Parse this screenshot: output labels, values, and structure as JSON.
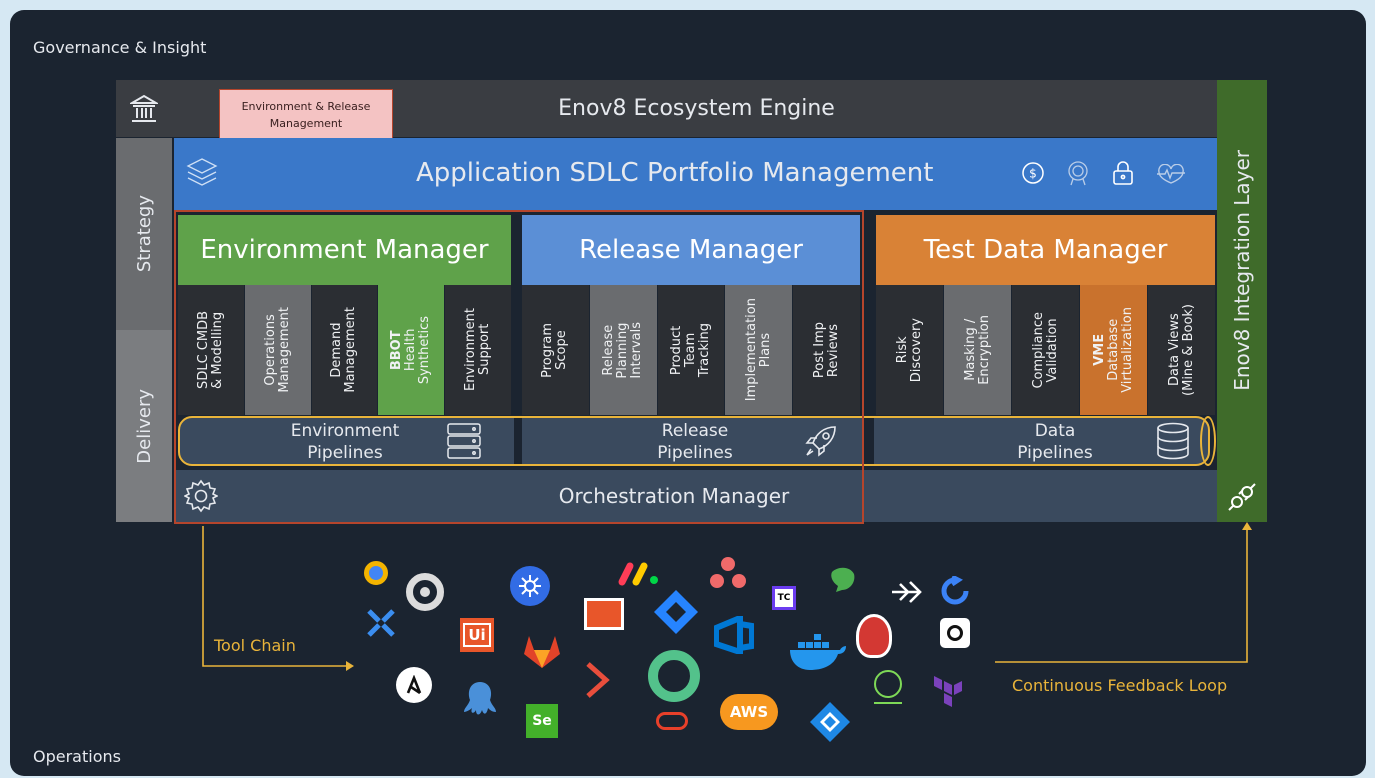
{
  "labels": {
    "governance": "Governance & Insight",
    "operations": "Operations",
    "strategy": "Strategy",
    "delivery": "Delivery",
    "ecosystem": "Enov8 Ecosystem Engine",
    "callout": "Environment & Release\nManagement",
    "sdlc": "Application SDLC Portfolio Management",
    "integration": "Enov8 Integration Layer",
    "orchestration": "Orchestration Manager",
    "tool_chain": "Tool Chain",
    "feedback": "Continuous Feedback Loop"
  },
  "managers": {
    "environment": "Environment Manager",
    "release": "Release Manager",
    "test_data": "Test Data Manager"
  },
  "environment_subs": [
    {
      "label": "SDLC CMDB\n& Modelling",
      "style": "dark"
    },
    {
      "label": "Operations\nManagement",
      "style": "gray"
    },
    {
      "label": "Demand\nManagement",
      "style": "dark"
    },
    {
      "label": "BBOT\nHealth\nSynthetics",
      "style": "green",
      "bold_first": true
    },
    {
      "label": "Environment\nSupport",
      "style": "dark"
    }
  ],
  "release_subs": [
    {
      "label": "Program\nScope",
      "style": "dark"
    },
    {
      "label": "Release\nPlanning\nIntervals",
      "style": "gray"
    },
    {
      "label": "Product\nTeam\nTracking",
      "style": "dark"
    },
    {
      "label": "Implementation\nPlans",
      "style": "gray"
    },
    {
      "label": "Post Imp\nReviews",
      "style": "dark"
    }
  ],
  "testdata_subs": [
    {
      "label": "Risk\nDiscovery",
      "style": "dark"
    },
    {
      "label": "Masking /\nEncryption",
      "style": "gray"
    },
    {
      "label": "Compliance\nValidation",
      "style": "dark"
    },
    {
      "label": "VME\nDatabase\nVirtualization",
      "style": "orange",
      "bold_first": true
    },
    {
      "label": "Data Views\n(Mine & Book)",
      "style": "dark"
    }
  ],
  "pipelines": {
    "environment": "Environment\nPipelines",
    "release": "Release\nPipelines",
    "data": "Data\nPipelines"
  },
  "tools": {
    "aws": "AWS",
    "uipath": "Ui",
    "selenium": "Se",
    "teamcity": "TC"
  },
  "colors": {
    "frame": "#1b2430",
    "ecosystem": "#3a3d42",
    "sdlc": "#3a78c9",
    "env_green": "#5fa24a",
    "release_blue": "#5b8fd6",
    "testdata_orange": "#d98236",
    "integration_green": "#3f6b2a",
    "pipeline_border": "#e9b43a",
    "highlight_border": "#b5452c",
    "callout_fill": "#f4c3c3"
  },
  "icons": [
    "bank-icon",
    "layers-icon",
    "dollar-icon",
    "badge-icon",
    "lock-icon",
    "heartbeat-icon",
    "server-icon",
    "rocket-icon",
    "database-icon",
    "gear-icon",
    "plug-icon"
  ]
}
